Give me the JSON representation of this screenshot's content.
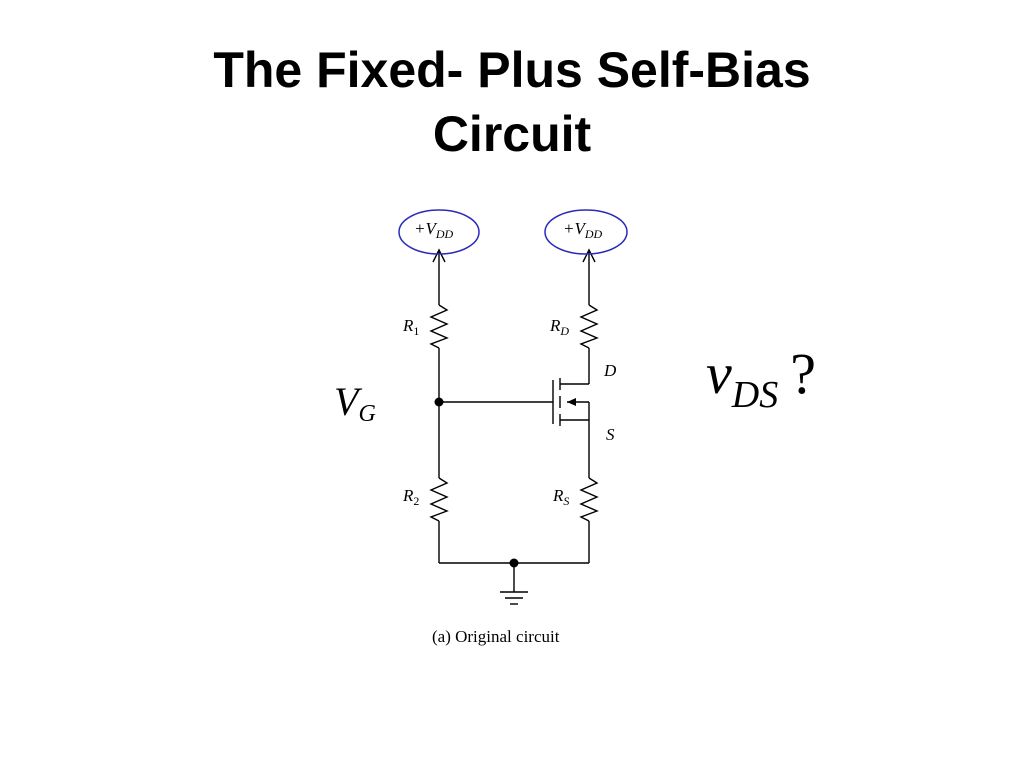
{
  "title": {
    "line1": "The Fixed- Plus Self-Bias",
    "line2": "Circuit"
  },
  "circuit": {
    "supply_left": {
      "prefix": "+V",
      "sub": "DD"
    },
    "supply_right": {
      "prefix": "+V",
      "sub": "DD"
    },
    "r1": {
      "main": "R",
      "sub": "1"
    },
    "r2": {
      "main": "R",
      "sub": "2"
    },
    "rd": {
      "main": "R",
      "sub": "D"
    },
    "rs": {
      "main": "R",
      "sub": "S"
    },
    "drain": "D",
    "source": "S",
    "caption": "(a) Original circuit",
    "highlight_color": "#2b2bb8"
  },
  "vg": {
    "main": "V",
    "sub": "G"
  },
  "question": {
    "main": "v",
    "sub": "DS",
    "mark": "?"
  }
}
